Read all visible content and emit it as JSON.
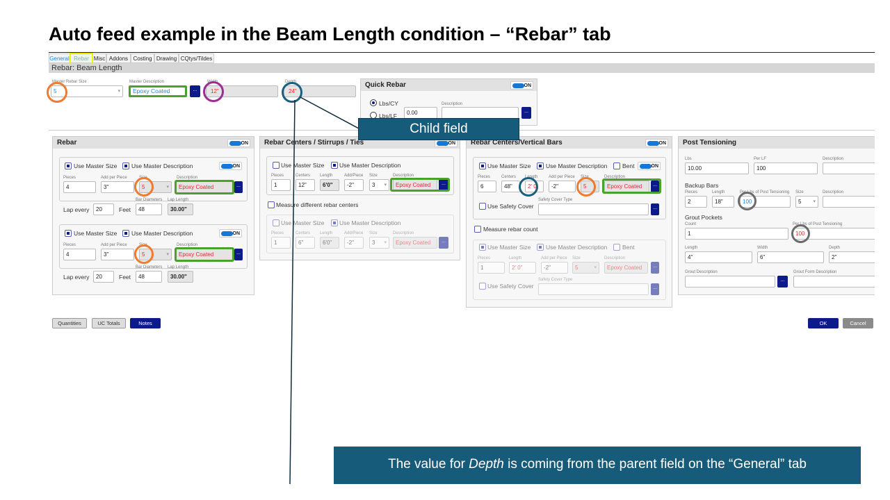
{
  "slide_title": "Auto feed example in the Beam Length condition – “Rebar” tab",
  "tabs": [
    "General",
    "Rebar",
    "Misc",
    "Addons",
    "Costing",
    "Drawing",
    "CQtys/Tildes"
  ],
  "active_tab": "Rebar",
  "header": "Rebar: Beam Length",
  "master": {
    "size_label": "Master Rebar Size",
    "size_value": "5",
    "desc_label": "Master Description",
    "desc_value": "Epoxy Coated",
    "width_label": "Width",
    "width_value": "12\"",
    "depth_label": "Depth",
    "depth_value": "24\"",
    "more": "..."
  },
  "quick_rebar": {
    "title": "Quick Rebar",
    "toggle": "ON",
    "radio1": "Lbs/CY",
    "radio2": "Lbs/LF",
    "value": "0.00",
    "desc_label": "Description",
    "desc_value": ""
  },
  "rebar": {
    "title": "Rebar",
    "toggle": "ON",
    "use_master_size": "Use Master Size",
    "use_master_desc": "Use Master Description",
    "labels": {
      "pieces": "Pieces",
      "add": "Add per Piece",
      "size": "Size",
      "desc": "Description",
      "lap_every": "Lap every",
      "feet": "Feet",
      "bar_diam": "Bar Diameters",
      "lap_length": "Lap Length"
    },
    "rows": [
      {
        "pieces": "4",
        "add": "3\"",
        "size": "5",
        "desc": "Epoxy Coated",
        "lap_every": "20",
        "bar_diam": "48",
        "lap_length": "30.00\"",
        "toggle": "ON"
      },
      {
        "pieces": "4",
        "add": "3\"",
        "size": "5",
        "desc": "Epoxy Coated",
        "lap_every": "20",
        "bar_diam": "48",
        "lap_length": "30.00\"",
        "toggle": "ON"
      }
    ]
  },
  "centers": {
    "title": "Rebar Centers / Stirrups / Ties",
    "toggle": "ON",
    "use_master_size": "Use Master Size",
    "use_master_desc": "Use Master Description",
    "labels": {
      "pieces": "Pieces",
      "centers": "Centers",
      "length": "Length",
      "add": "Add/Piece",
      "size": "Size",
      "desc": "Description"
    },
    "row1": {
      "pieces": "1",
      "centers": "12\"",
      "length": "6'0\"",
      "add": "-2\"",
      "size": "3",
      "desc": "Epoxy Coated"
    },
    "measure_label": "Measure different rebar centers",
    "row2": {
      "pieces": "1",
      "centers": "6\"",
      "length": "6'0\"",
      "add": "-2\"",
      "size": "3",
      "desc": "Epoxy Coated"
    }
  },
  "vertical": {
    "title": "Rebar Centers/Vertical Bars",
    "toggle": "ON",
    "use_master_size": "Use Master Size",
    "use_master_desc": "Use Master Description",
    "bent": "Bent",
    "labels": {
      "pieces": "Pieces",
      "centers": "Centers",
      "length": "Length",
      "add": "Add per Piece",
      "size": "Size",
      "desc": "Description",
      "safety": "Use Safety Cover",
      "safety_type": "Safety Cover Type"
    },
    "row1": {
      "pieces": "6",
      "centers": "48\"",
      "length": "2' 0",
      "add": "-2\"",
      "size": "5",
      "desc": "Epoxy Coated"
    },
    "measure_label": "Measure rebar count",
    "row2": {
      "pieces": "1",
      "length": "2' 0\"",
      "add": "-2\"",
      "size": "5",
      "desc": "Epoxy Coated"
    }
  },
  "post": {
    "title": "Post Tensioning",
    "lbs_label": "Lbs",
    "lbs": "10.00",
    "perlf_label": "Per LF",
    "perlf": "100",
    "desc_label": "Description",
    "backup_title": "Backup Bars",
    "backup_labels": {
      "pieces": "Pieces",
      "length": "Length",
      "per": "Per Lbs of Post Tensioning",
      "size": "Size",
      "desc": "Description"
    },
    "backup": {
      "pieces": "2",
      "length": "18\"",
      "per": "100",
      "size": "5"
    },
    "grout_title": "Grout Pockets",
    "count_label": "Count",
    "count": "1",
    "per_label": "Per Lbs of Post Tensioning",
    "per": "100",
    "length_label": "Length",
    "length": "4\"",
    "width_label": "Width",
    "width": "6\"",
    "depth_label": "Depth",
    "depth": "2\"",
    "grout_desc_label": "Grout Description",
    "grout_form_label": "Grout Form Description"
  },
  "buttons": {
    "quantities": "Quantities",
    "uc_totals": "UC Totals",
    "notes": "Notes",
    "ok": "OK",
    "cancel": "Cancel"
  },
  "callouts": {
    "child": "Child field",
    "note_pre": "The value for ",
    "note_em": "Depth",
    "note_post": " is coming from the parent field on the “General” tab"
  },
  "colors": {
    "navy": "#0c1a8a",
    "callout": "#175b7b",
    "orange": "#ee7b30",
    "green": "#4aa12e",
    "purple": "#9b2d95",
    "teal": "#1b5e7d",
    "gray": "#6b6b6b"
  }
}
